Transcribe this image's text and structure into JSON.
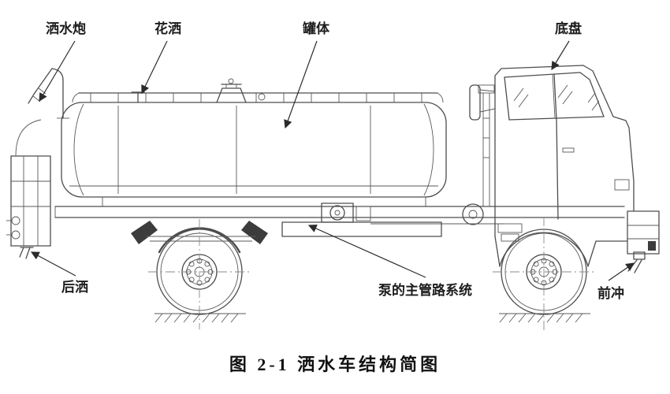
{
  "figure": {
    "caption": "图 2-1 洒水车结构简图"
  },
  "labels": {
    "water_cannon": "洒水炮",
    "shower_head": "花洒",
    "tank_body": "罐体",
    "chassis": "底盘",
    "rear_spray": "后洒",
    "pump_pipeline": "泵的主管路系统",
    "front_flush": "前冲"
  }
}
